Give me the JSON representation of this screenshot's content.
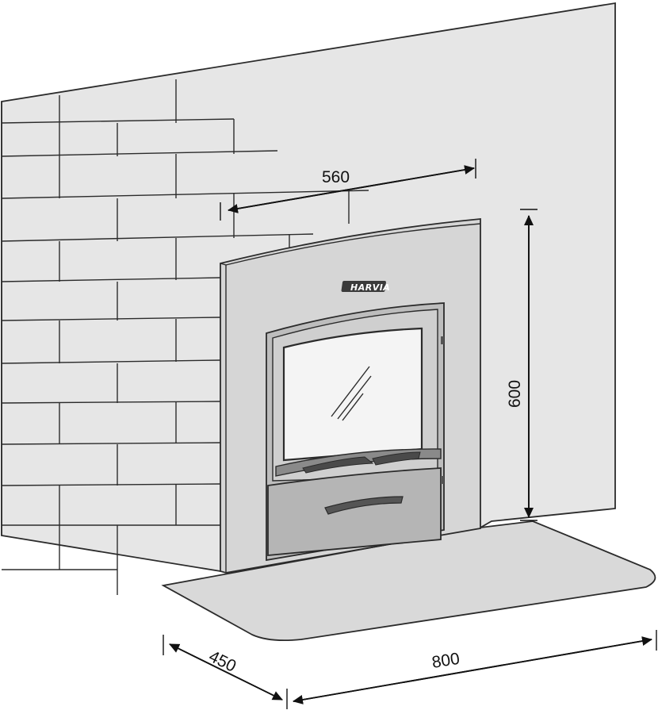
{
  "dimensions": {
    "width_top": "560",
    "height": "600",
    "depth": "450",
    "floor_width": "800"
  },
  "stove": {
    "brand": "HARVIA"
  },
  "colors": {
    "wall": "#e6e6e6",
    "stove_frame": "#d6d6d6",
    "door_frame": "#bdbdbd",
    "glass": "#f4f4f4",
    "ash_drawer": "#b5b5b5",
    "floor_plate": "#d9d9d9",
    "line": "#2b2b2b"
  }
}
